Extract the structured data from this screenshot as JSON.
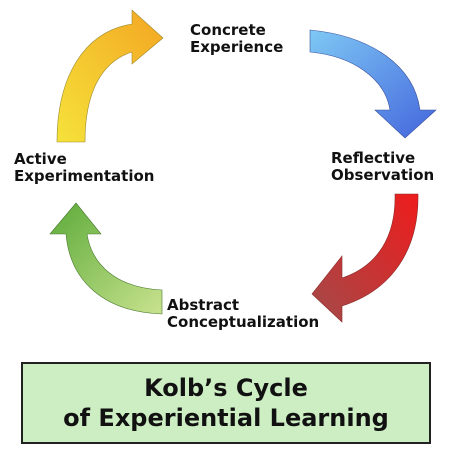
{
  "stages": {
    "concrete": "Concrete\nExperience",
    "reflective": "Reflective\nObservation",
    "abstract": "Abstract\nConceptualization",
    "active": "Active\nExperimentation"
  },
  "title": {
    "line1": "Kolb’s Cycle",
    "line2": "of Experiential Learning"
  },
  "colors": {
    "title_box_background": "#cdeec3",
    "arrow_yellow": "#f5e23a",
    "arrow_orange": "#f4a623",
    "arrow_light_blue": "#7ec8f4",
    "arrow_blue": "#4466dd",
    "arrow_red": "#ee1c1c",
    "arrow_dark_red": "#a34a4a",
    "arrow_light_green": "#c8e28e",
    "arrow_green": "#5dab3a"
  }
}
